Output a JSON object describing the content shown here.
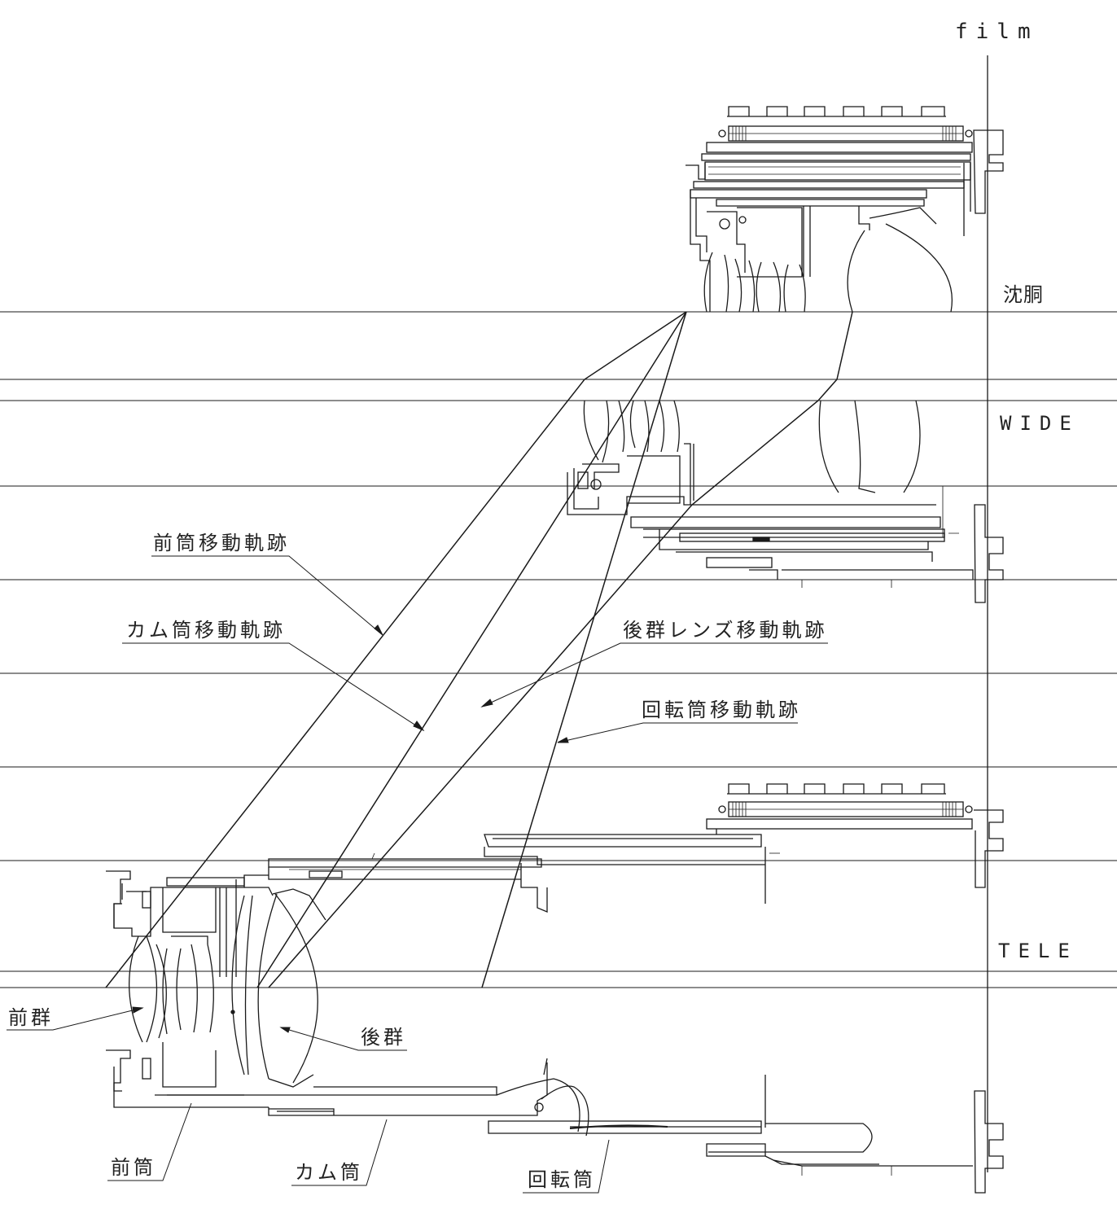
{
  "labels": {
    "film": "film",
    "retracted": "沈胴",
    "wide": "WIDE",
    "tele": "TELE",
    "front_tube_track": "前筒移動軌跡",
    "cam_tube_track": "カム筒移動軌跡",
    "rear_lens_track": "後群レンズ移動軌跡",
    "rotating_tube_track": "回転筒移動軌跡",
    "front_group": "前群",
    "rear_group": "後群",
    "front_tube": "前筒",
    "cam_tube": "カム筒",
    "rotating_tube": "回転筒"
  },
  "colors": {
    "line": "#1a1a1a",
    "background": "#ffffff"
  }
}
